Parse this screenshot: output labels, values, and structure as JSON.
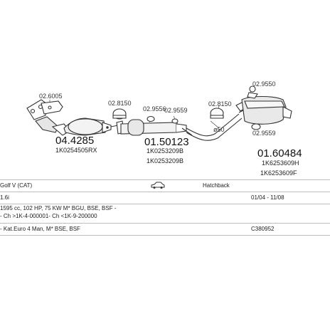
{
  "diagram": {
    "catalyst": {
      "code_small": "02.6005",
      "code": "04.4285",
      "part_no": "1K0254505RX"
    },
    "middle": {
      "clamp_a": "02.8150",
      "clamp_b": "02.9556",
      "clamp_c": "02.9559",
      "code": "01.50123",
      "part_no_1": "1K0253209B",
      "part_no_2": "1K0253209B"
    },
    "rear": {
      "clamp_a": "02.9550",
      "clamp_b": "02.8150",
      "clamp_c": "02.9559",
      "code": "01.60484",
      "part_no_1": "1K6253609H",
      "part_no_2": "1K6253609F"
    },
    "diameter": "ø50"
  },
  "info": {
    "row1": {
      "model": "Golf V (CAT)",
      "body": "Hatchback",
      "car_icon": "car-icon"
    },
    "row2": {
      "engine": "1.6i",
      "years": "01/04 - 11/08"
    },
    "row3": {
      "line1": "1595 cc, 102 HP, 75 KW M* BGU, BSE, BSF -",
      "line2": "- Ch >1K-4-000001- Ch <1K-9-200000"
    },
    "row4": {
      "notes": "- Kat.Euro 4 Man, M* BSE, BSF",
      "ref": "C380952"
    }
  }
}
